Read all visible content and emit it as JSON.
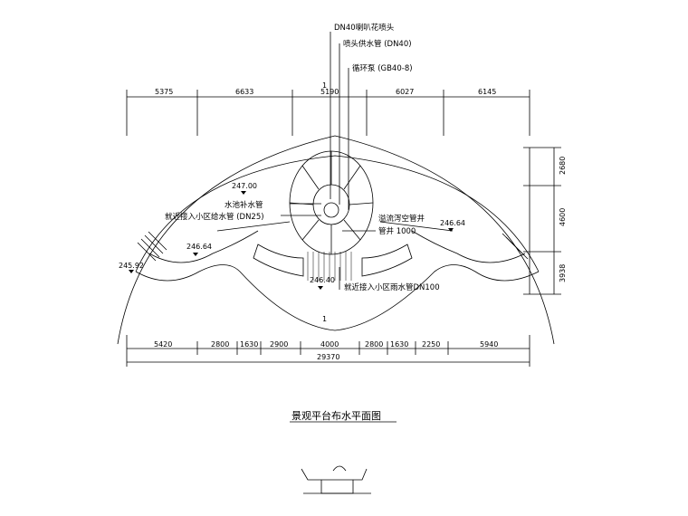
{
  "drawing": {
    "title": "景观平台布水平面图",
    "top_dims": [
      "5375",
      "6633",
      "5190",
      "6027",
      "6145"
    ],
    "bottom_dims": [
      "5420",
      "2800",
      "1630",
      "2900",
      "4000",
      "2800",
      "1630",
      "2250",
      "5940"
    ],
    "total_dim": "29370",
    "right_dims": [
      "2680",
      "4600",
      "3938"
    ],
    "elevations": [
      "247.00",
      "246.64",
      "246.64",
      "245.92",
      "246.40"
    ],
    "section_mark": "1",
    "labels": {
      "nozzle": "DN40喇叭花喷头",
      "supply": "喷头供水管 (DN40)",
      "pump": "循环泵 (GB40-8)",
      "refill": "水池补水管",
      "connect_water": "就近接入小区给水管 (DN25)",
      "overflow_1": "溢流泻空管井",
      "overflow_2": "管井 1000",
      "rain": "就近接入小区雨水管DN100"
    }
  }
}
